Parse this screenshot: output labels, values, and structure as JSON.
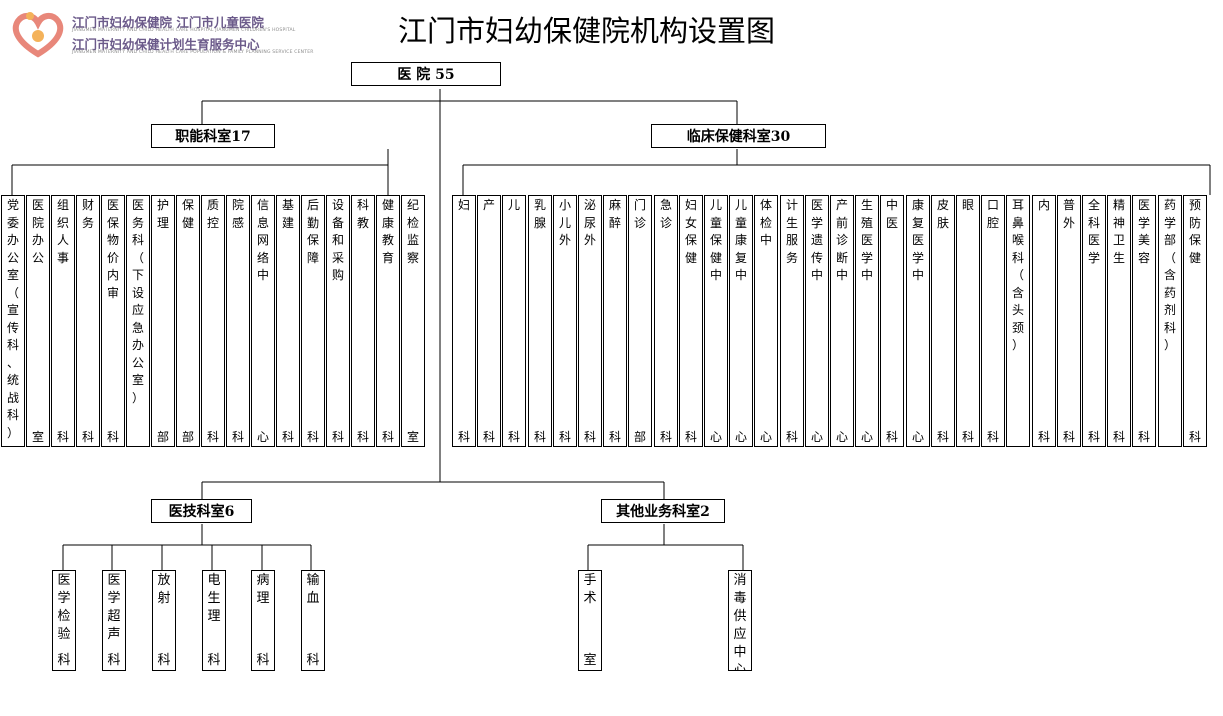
{
  "logo": {
    "line1": "江门市妇幼保健院  江门市儿童医院",
    "line1_en": "JIANGMEN MATERNITY AND CHILD HEALTH CARE HOSPITAL    JIANGMEN CHILDREN'S HOSPITAL",
    "line2": "江门市妇幼保健计划生育服务中心",
    "line2_en": "JIANGMEN MATERNITY AND CHILD HEALTH CARE POPULATION & FAMILY PLANNING SERVICE CENTER",
    "colors": {
      "primary": "#e8877a",
      "secondary": "#f4b25a",
      "text": "#6b5a8a"
    }
  },
  "title": "江门市妇幼保健院机构设置图",
  "root": {
    "label": "医 院 55"
  },
  "groups": {
    "functional": {
      "label": "职能科室17",
      "items": [
        {
          "top": "党委办公室（宣传科、统战科）",
          "bottom": ""
        },
        {
          "top": "医院办公",
          "bottom": "室"
        },
        {
          "top": "组织人事",
          "bottom": "科"
        },
        {
          "top": "财务",
          "bottom": "科"
        },
        {
          "top": "医保物价内审",
          "bottom": "科"
        },
        {
          "top": "医务科（下设应急办公室）",
          "bottom": ""
        },
        {
          "top": "护理",
          "bottom": "部"
        },
        {
          "top": "保健",
          "bottom": "部"
        },
        {
          "top": "质控",
          "bottom": "科"
        },
        {
          "top": "院感",
          "bottom": "科"
        },
        {
          "top": "信息网络中",
          "bottom": "心"
        },
        {
          "top": "基建",
          "bottom": "科"
        },
        {
          "top": "后勤保障",
          "bottom": "科"
        },
        {
          "top": "设备和采购",
          "bottom": "科"
        },
        {
          "top": "科教",
          "bottom": "科"
        },
        {
          "top": "健康教育",
          "bottom": "科"
        },
        {
          "top": "纪检监察",
          "bottom": "室"
        }
      ]
    },
    "clinical": {
      "label": "临床保健科室30",
      "items": [
        {
          "top": "妇",
          "bottom": "科"
        },
        {
          "top": "产",
          "bottom": "科"
        },
        {
          "top": "儿",
          "bottom": "科"
        },
        {
          "top": "乳腺",
          "bottom": "科"
        },
        {
          "top": "小儿外",
          "bottom": "科"
        },
        {
          "top": "泌尿外",
          "bottom": "科"
        },
        {
          "top": "麻醉",
          "bottom": "科"
        },
        {
          "top": "门诊",
          "bottom": "部"
        },
        {
          "top": "急诊",
          "bottom": "科"
        },
        {
          "top": "妇女保健",
          "bottom": "科"
        },
        {
          "top": "儿童保健中",
          "bottom": "心"
        },
        {
          "top": "儿童康复中",
          "bottom": "心"
        },
        {
          "top": "体检中",
          "bottom": "心"
        },
        {
          "top": "计生服务",
          "bottom": "科"
        },
        {
          "top": "医学遗传中",
          "bottom": "心"
        },
        {
          "top": "产前诊断中",
          "bottom": "心"
        },
        {
          "top": "生殖医学中",
          "bottom": "心"
        },
        {
          "top": "中医",
          "bottom": "科"
        },
        {
          "top": "康复医学中",
          "bottom": "心"
        },
        {
          "top": "皮肤",
          "bottom": "科"
        },
        {
          "top": "眼",
          "bottom": "科"
        },
        {
          "top": "口腔",
          "bottom": "科"
        },
        {
          "top": "耳鼻喉科（含头颈）",
          "bottom": ""
        },
        {
          "top": "内",
          "bottom": "科"
        },
        {
          "top": "普外",
          "bottom": "科"
        },
        {
          "top": "全科医学",
          "bottom": "科"
        },
        {
          "top": "精神卫生",
          "bottom": "科"
        },
        {
          "top": "医学美容",
          "bottom": "科"
        },
        {
          "top": "药学部（含药剂科）",
          "bottom": ""
        },
        {
          "top": "预防保健",
          "bottom": "科"
        }
      ]
    },
    "medtech": {
      "label": "医技科室6",
      "items": [
        {
          "top": "医学检验",
          "bottom": "科"
        },
        {
          "top": "医学超声",
          "bottom": "科"
        },
        {
          "top": "放射",
          "bottom": "科"
        },
        {
          "top": "电生理",
          "bottom": "科"
        },
        {
          "top": "病理",
          "bottom": "科"
        },
        {
          "top": "输血",
          "bottom": "科"
        }
      ]
    },
    "other": {
      "label": "其他业务科室2",
      "items": [
        {
          "top": "手术",
          "bottom": "室"
        },
        {
          "top": "消毒供应中心",
          "bottom": ""
        }
      ]
    }
  }
}
